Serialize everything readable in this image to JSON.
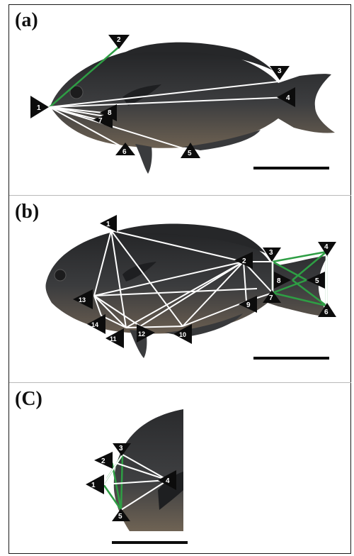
{
  "figure": {
    "panels": [
      {
        "id": "a",
        "label": "(a)",
        "landmarks": [
          "1",
          "2",
          "3",
          "4",
          "5",
          "6",
          "7",
          "8"
        ]
      },
      {
        "id": "b",
        "label": "(b)",
        "landmarks": [
          "1",
          "2",
          "3",
          "4",
          "5",
          "6",
          "7",
          "8",
          "9",
          "10",
          "11",
          "12",
          "13",
          "14"
        ]
      },
      {
        "id": "c",
        "label": "(C)",
        "landmarks": [
          "1",
          "2",
          "3",
          "4",
          "5"
        ]
      }
    ],
    "colors": {
      "fish_dark": "#2a2b2d",
      "fish_mid": "#4b4c4e",
      "belly": "#6b5f52",
      "white_line": "#ffffff",
      "green_line": "#2e9e44",
      "marker": "#0c0c0c",
      "scale_bar": "#0c0c0c"
    }
  }
}
